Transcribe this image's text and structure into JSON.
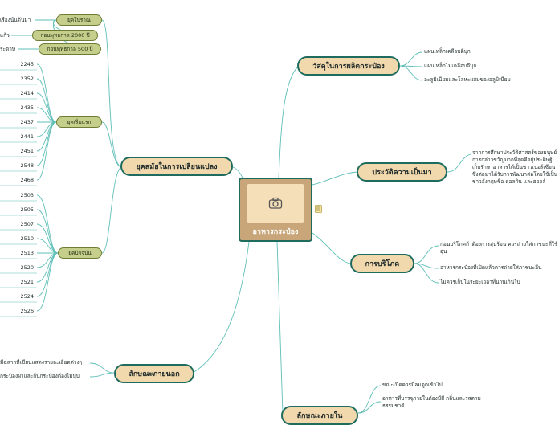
{
  "central": {
    "title": "อาหารกระป๋อง",
    "icon": "camera-icon"
  },
  "branches": {
    "materials": {
      "label": "วัสดุในการผลิตกระป๋อง",
      "items": [
        "แผ่นเหล็กเคลือบดีบุก",
        "แผ่นเหล็กไม่เคลือบดีบุก",
        "อะลูมิเนียมและโลหะผสมของอลูมิเนียม"
      ]
    },
    "history": {
      "label": "ประวัติความเป็นมา",
      "text": "จากการศึกษาประวัติศาสตร์ของมนุษย์ การกล่าวขวัญมากที่สุดคือผู้ประดิษฐ์ เก็บรักษาอาหารได้เป็นชาวเบอร์เซียน ซึ่งต่อมาได้รับการพัฒนาต่อโดยใช้เป็น ชาวอังกฤษชื่อ ดอลกิน และฮอลล์"
    },
    "consumption": {
      "label": "การบริโภค",
      "items": [
        "ก่อนบริโภคถ้าต้องการอุ่นร้อน ควรถ่ายใส่ภาชนะที่ใช้อุ่น",
        "อาหารกระป๋องที่เปิดแล้วควรถ่ายใส่ภาชนะอื่น",
        "ไม่ควรเก็บในระยะเวลาที่นานเกินไป"
      ]
    },
    "inner": {
      "label": "ลักษณะภายใน",
      "items": [
        "ขณะเปิดควรมีลมดูดเข้าไป",
        "อาหารที่บรรจุภายในต้องมีสี กลิ่นและรสตามธรรมชาติ"
      ]
    },
    "outer": {
      "label": "ลักษณะภายนอก",
      "items": [
        "มีฉลากที่เขียนแสดงรายละเอียดต่างๆ",
        "กระป๋องฝาและก้นกระป๋องต้องไม่บุบ"
      ]
    },
    "eras": {
      "label": "ยุคสมัยในการเปลี่ยนแปลง",
      "ancient": {
        "label": "ยุคโบราณ",
        "children": [
          {
            "label": "ก่อนพุทธกาล 2000 ปี",
            "text": "แก้ว"
          },
          {
            "label": "ก่อนพุทธกาล 500 ปี",
            "text": "ระดาษ"
          }
        ],
        "text": "เรื่องนั้นต้นมา"
      },
      "early": {
        "label": "ยุคเริ่มแรก",
        "years": [
          "2245",
          "2352",
          "2414",
          "2435",
          "2437",
          "2441",
          "2451",
          "2548",
          "2468"
        ]
      },
      "modern": {
        "label": "ยุคปัจจุบัน",
        "years": [
          "2503",
          "2505",
          "2507",
          "2510",
          "2513",
          "2520",
          "2521",
          "2524",
          "2526"
        ]
      }
    }
  }
}
